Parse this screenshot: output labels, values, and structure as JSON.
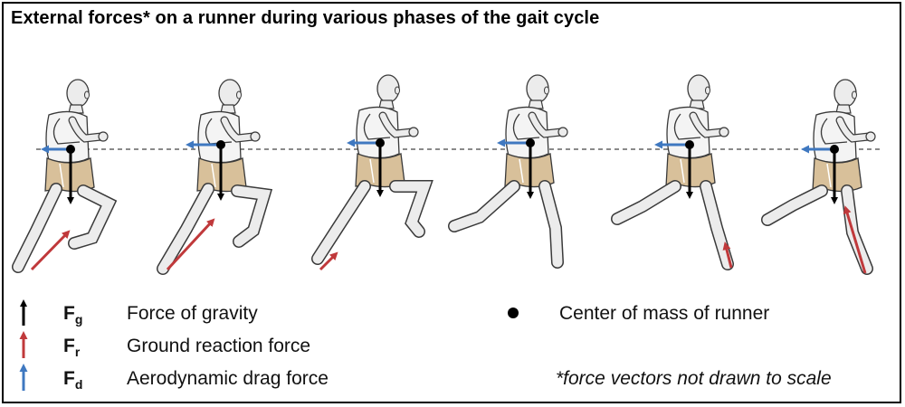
{
  "title": "External forces* on a runner during various phases of the gait cycle",
  "colors": {
    "gravity": "#000000",
    "ground_reaction": "#c0393b",
    "drag": "#3f78c0",
    "skin": "#ececec",
    "shorts": "#d8c09a",
    "outline": "#3a3a3a"
  },
  "legend": {
    "gravity": {
      "symbol": "F",
      "sub": "g",
      "label": "Force of gravity",
      "icon": "black-up-arrow-icon"
    },
    "ground": {
      "symbol": "F",
      "sub": "r",
      "label": "Ground reaction force",
      "icon": "red-up-arrow-icon"
    },
    "drag": {
      "symbol": "F",
      "sub": "d",
      "label": "Aerodynamic drag force",
      "icon": "blue-up-arrow-icon"
    },
    "com": {
      "label": "Center of mass of runner",
      "icon": "black-dot-icon"
    }
  },
  "note": "*force vectors not drawn to scale"
}
